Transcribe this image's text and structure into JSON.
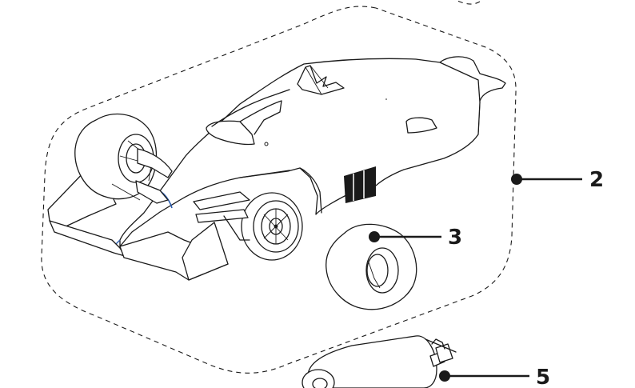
{
  "diagram": {
    "callouts": [
      {
        "id": "2",
        "label": "2"
      },
      {
        "id": "3",
        "label": "3"
      },
      {
        "id": "5",
        "label": "5"
      }
    ],
    "colors": {
      "ink": "#1a1a1a",
      "background": "#ffffff",
      "accent": "#2a5db0"
    },
    "parts": [
      {
        "name": "body-shell",
        "callout": "2"
      },
      {
        "name": "tire",
        "callout": "3"
      },
      {
        "name": "motor",
        "callout": "5"
      }
    ]
  }
}
